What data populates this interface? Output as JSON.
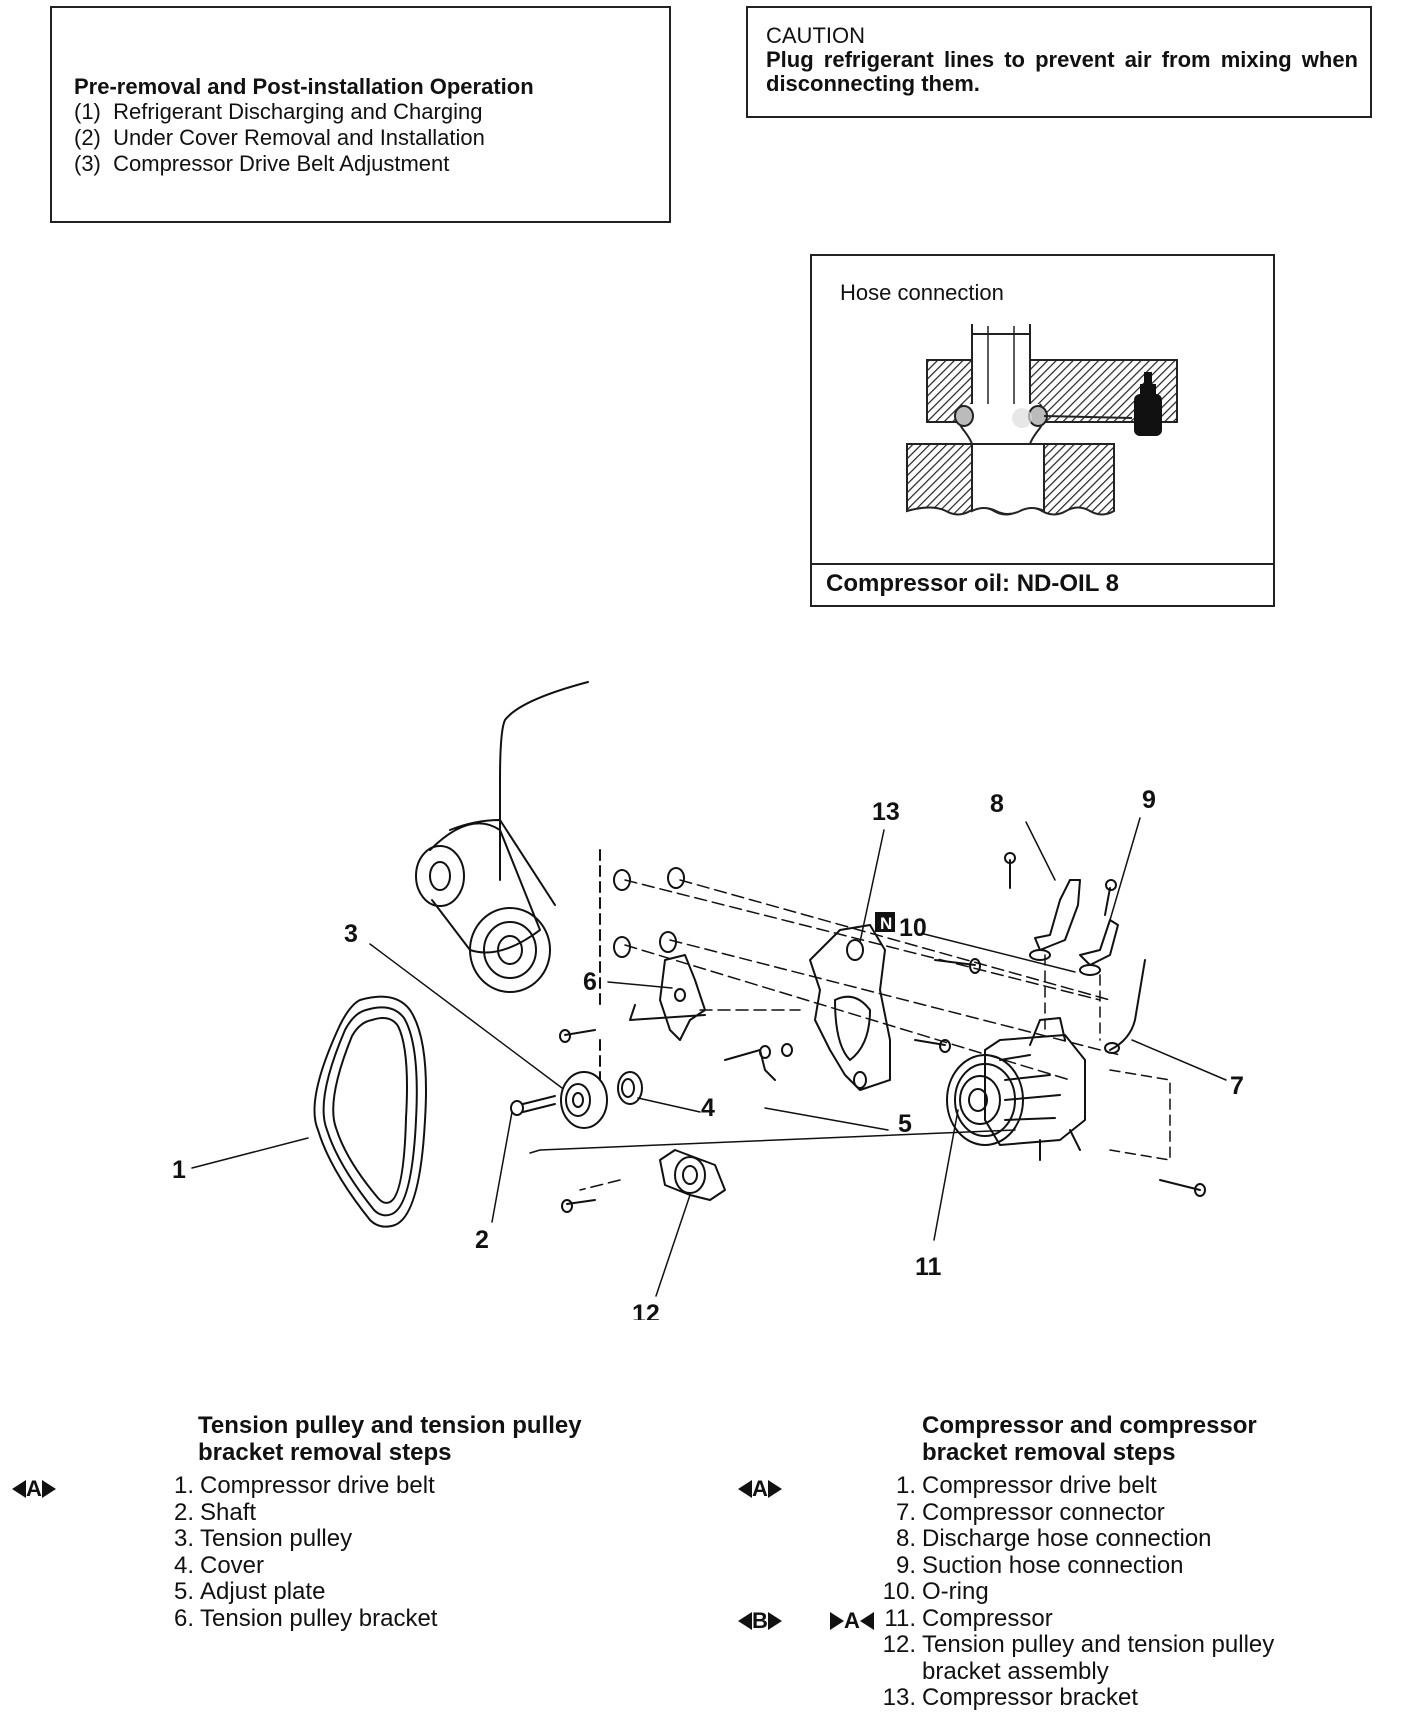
{
  "pre_removal": {
    "title": "Pre-removal and Post-installation Operation",
    "items": [
      {
        "n": "(1)",
        "text": "Refrigerant Discharging and Charging"
      },
      {
        "n": "(2)",
        "text": "Under Cover Removal and Installation"
      },
      {
        "n": "(3)",
        "text": "Compressor Drive Belt Adjustment"
      }
    ]
  },
  "caution": {
    "title": "CAUTION",
    "text": "Plug refrigerant lines to prevent air from mixing when disconnecting them."
  },
  "hose_connection": {
    "label": "Hose connection",
    "oil": "Compressor oil: ND-OIL 8"
  },
  "diagram": {
    "callouts": [
      "1",
      "2",
      "3",
      "4",
      "5",
      "6",
      "7",
      "8",
      "9",
      "10",
      "11",
      "12",
      "13"
    ],
    "n_mark": "N"
  },
  "left_steps": {
    "title_line1": "Tension pulley and tension pulley",
    "title_line2": "bracket removal steps",
    "marker": "A",
    "items": [
      {
        "n": "1.",
        "text": "Compressor drive belt"
      },
      {
        "n": "2.",
        "text": "Shaft"
      },
      {
        "n": "3.",
        "text": "Tension pulley"
      },
      {
        "n": "4.",
        "text": "Cover"
      },
      {
        "n": "5.",
        "text": "Adjust plate"
      },
      {
        "n": "6.",
        "text": "Tension pulley bracket"
      }
    ]
  },
  "right_steps": {
    "title_line1": "Compressor and compressor",
    "title_line2": "bracket removal steps",
    "marker_a": "A",
    "marker_b": "B",
    "marker_install": "A",
    "items": [
      {
        "n": "1.",
        "text": "Compressor drive belt"
      },
      {
        "n": "7.",
        "text": "Compressor connector"
      },
      {
        "n": "8.",
        "text": "Discharge hose connection"
      },
      {
        "n": "9.",
        "text": "Suction hose connection"
      },
      {
        "n": "10.",
        "text": "O-ring"
      },
      {
        "n": "11.",
        "text": "Compressor"
      },
      {
        "n": "12.",
        "text": "Tension pulley and tension pulley"
      },
      {
        "n": "",
        "text": "bracket assembly"
      },
      {
        "n": "13.",
        "text": "Compressor bracket"
      }
    ]
  }
}
